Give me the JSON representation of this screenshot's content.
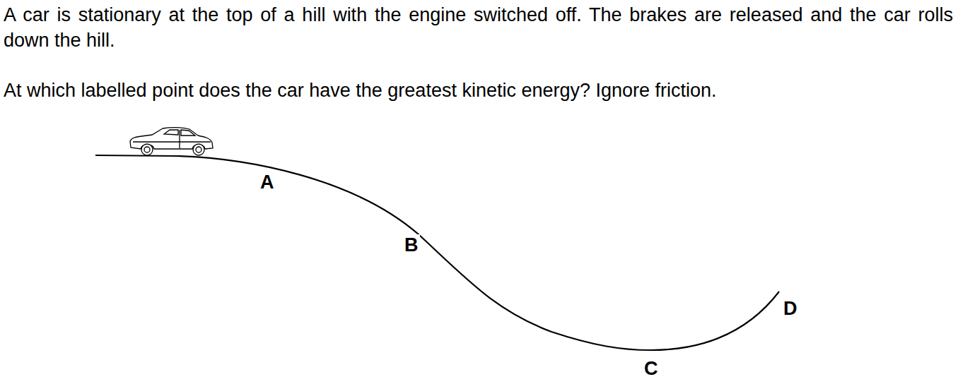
{
  "diagram": {
    "labels": [
      "A car is stationary at the top of a hill with the engine switched off. The brakes are released and the car rolls down the hill.",
      "At which labelled point does the car have the greatest kinetic energy? Ignore friction.",
      "A",
      "B",
      "C",
      "D"
    ]
  }
}
